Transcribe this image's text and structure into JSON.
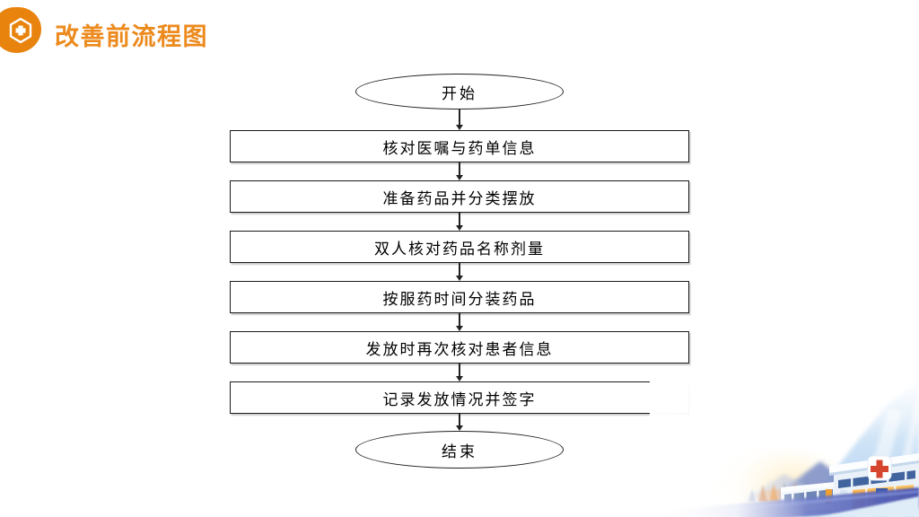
{
  "header": {
    "title": "改善前流程图",
    "icon": "hexagon-medical-cross-icon",
    "accent_color": "#EC8A1D",
    "icon_color": "#E8830E"
  },
  "flowchart": {
    "start_label": "开始",
    "end_label": "结束",
    "steps": [
      "核对医嘱与药单信息",
      "准备药品并分类摆放",
      "双人核对药品名称剂量",
      "按服药时间分装药品",
      "发放时再次核对患者信息",
      "记录发放情况并签字"
    ],
    "shape_border_color": "#1a1a1a",
    "text_color": "#000000"
  },
  "decoration": {
    "bottom_right": "hospital-building-winter-illustration",
    "road_color": "#4C58B4",
    "window_glow_color": "#F6A21E",
    "cross_color": "#D6452E"
  }
}
